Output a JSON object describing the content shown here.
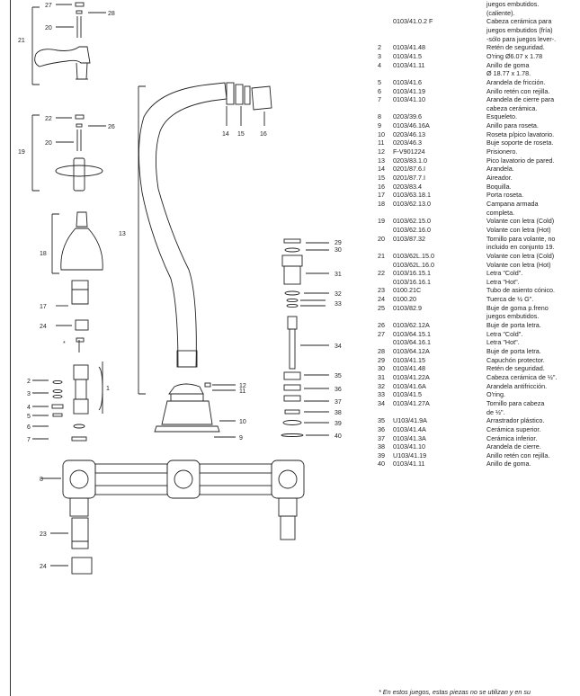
{
  "callouts": [
    "27",
    "28",
    "20",
    "21",
    "22",
    "26",
    "20",
    "19",
    "18",
    "17",
    "24",
    "2",
    "3",
    "4",
    "5",
    "6",
    "7",
    "1",
    "8",
    "23",
    "24",
    "13",
    "14",
    "15",
    "16",
    "12",
    "11",
    "10",
    "9",
    "29",
    "30",
    "31",
    "32",
    "33",
    "34",
    "35",
    "36",
    "37",
    "38",
    "39",
    "40"
  ],
  "star_mark": "*",
  "parts_list": [
    {
      "n": "",
      "code": "",
      "desc": "juegos embutidos."
    },
    {
      "n": "",
      "code": "",
      "desc": "(caliente)."
    },
    {
      "n": "",
      "code": "0103/41.0.2 F",
      "desc": "Cabeza cerámica para"
    },
    {
      "n": "",
      "code": "",
      "desc": "juegos embutidos (fría)"
    },
    {
      "n": "",
      "code": "",
      "desc": "-sólo para juegos lever-."
    },
    {
      "n": "2",
      "code": "0103/41.48",
      "desc": "Retén de seguridad."
    },
    {
      "n": "3",
      "code": "0103/41.5",
      "desc": "O'ring Ø6.07 x 1.78"
    },
    {
      "n": "4",
      "code": "0103/41.11",
      "desc": "Anillo de goma"
    },
    {
      "n": "",
      "code": "",
      "desc": "Ø 18.77 x 1.78."
    },
    {
      "n": "5",
      "code": "0103/41.6",
      "desc": "Arandela de fricción."
    },
    {
      "n": "6",
      "code": "0103/41.19",
      "desc": "Anillo retén con rejilla."
    },
    {
      "n": "7",
      "code": "0103/41.10",
      "desc": "Arandela de cierre para"
    },
    {
      "n": "",
      "code": "",
      "desc": "cabeza cerámica."
    },
    {
      "n": "8",
      "code": "0203/39.6",
      "desc": "Esqueleto."
    },
    {
      "n": "9",
      "code": "0103/46.16A",
      "desc": "Anillo para roseta."
    },
    {
      "n": "10",
      "code": "0203/46.13",
      "desc": "Roseta p/pico lavatorio."
    },
    {
      "n": "11",
      "code": "0203/46.3",
      "desc": "Buje soporte de roseta."
    },
    {
      "n": "12",
      "code": "F-V901224",
      "desc": "Prisionero."
    },
    {
      "n": "13",
      "code": "0203/83.1.0",
      "desc": "Pico lavatorio de pared."
    },
    {
      "n": "14",
      "code": "0201/87.6.I",
      "desc": "Arandela."
    },
    {
      "n": "15",
      "code": "0201/87.7.I",
      "desc": "Aireador."
    },
    {
      "n": "16",
      "code": "0203/83.4",
      "desc": "Boquilla."
    },
    {
      "n": "17",
      "code": "0103/63.18.1",
      "desc": "Porta roseta."
    },
    {
      "n": "18",
      "code": "0103/62.13.0",
      "desc": "Campana armada"
    },
    {
      "n": "",
      "code": "",
      "desc": "completa."
    },
    {
      "n": "19",
      "code": "0103/62.15.0",
      "desc": "Volante con  letra (Cold)"
    },
    {
      "n": "",
      "code": "0103/62.16.0",
      "desc": "Volante con letra (Hot)"
    },
    {
      "n": "20",
      "code": "0103/87.32",
      "desc": "Tornillo para volante, no"
    },
    {
      "n": "",
      "code": "",
      "desc": "incluido en conjunto 19."
    },
    {
      "n": "21",
      "code": "0103/62L.15.0",
      "desc": "Volante con letra (Cold)"
    },
    {
      "n": "",
      "code": "0103/62L.16.0",
      "desc": "Volante con letra (Hot)"
    },
    {
      "n": "22",
      "code": "0103/16.15.1",
      "desc": "Letra \"Cold\"."
    },
    {
      "n": "",
      "code": "0103/16.16.1",
      "desc": "Letra \"Hot\"."
    },
    {
      "n": "23",
      "code": "0100.21C",
      "desc": "Tubo de asiento cónico."
    },
    {
      "n": "24",
      "code": "0100.20",
      "desc": "Tuerca de ½ G\"."
    },
    {
      "n": "25",
      "code": "0103/82.9",
      "desc": "Buje de goma p.freno"
    },
    {
      "n": "",
      "code": "",
      "desc": "juegos embutidos."
    },
    {
      "n": "26",
      "code": "0103/62.12A",
      "desc": "Buje de porta letra."
    },
    {
      "n": "27",
      "code": "0103/64.15.1",
      "desc": "Letra \"Cold\"."
    },
    {
      "n": "",
      "code": "0103/64.16.1",
      "desc": "Letra \"Hot\"."
    },
    {
      "n": "28",
      "code": "0103/64.12A",
      "desc": "Buje de porta letra."
    },
    {
      "n": "29",
      "code": "0103/41.15",
      "desc": "Capuchón protector."
    },
    {
      "n": "30",
      "code": "0103/41.48",
      "desc": "Retén de seguridad."
    },
    {
      "n": "31",
      "code": "0103/41.22A",
      "desc": "Cabeza cerámica de ½\"."
    },
    {
      "n": "32",
      "code": "0103/41.6A",
      "desc": "Arandela antifricción."
    },
    {
      "n": "33",
      "code": "0103/41.5",
      "desc": "O'ring."
    },
    {
      "n": "34",
      "code": "0103/41.27A",
      "desc": "Tornillo para cabeza"
    },
    {
      "n": "",
      "code": "",
      "desc": "de ½\"."
    },
    {
      "n": "35",
      "code": "U103/41.9A",
      "desc": "Arrastrador plástico."
    },
    {
      "n": "36",
      "code": "0103/41.4A",
      "desc": "Cerámica superior."
    },
    {
      "n": "37",
      "code": "0103/41.3A",
      "desc": "Cerámica inferior."
    },
    {
      "n": "38",
      "code": "0103/41.10",
      "desc": "Arandela de cierre."
    },
    {
      "n": "39",
      "code": "U103/41.19",
      "desc": "Anillo retén con rejilla."
    },
    {
      "n": "40",
      "code": "0103/41.11",
      "desc": "Anillo de goma."
    }
  ],
  "footnote": "* En estos juegos, estas piezas no se utilizan y en su"
}
